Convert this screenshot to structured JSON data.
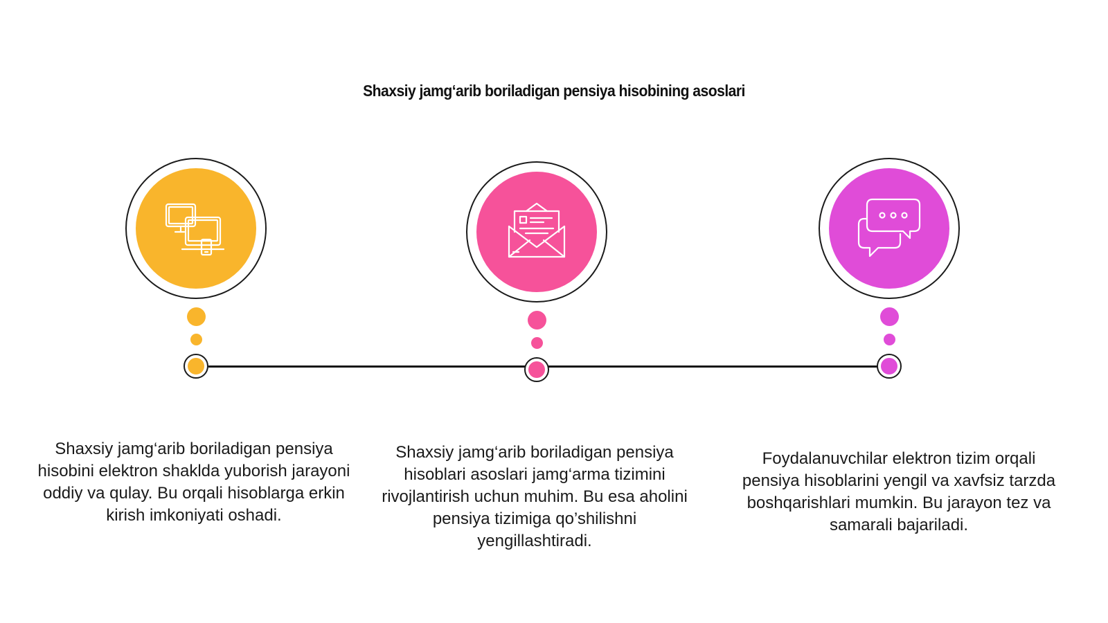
{
  "title": "Shaxsiy jamg‘arib boriladigan pensiya hisobining asoslari",
  "steps": [
    {
      "icon": "devices-icon",
      "color": "#F9B52C",
      "text": "Shaxsiy jamg‘arib boriladigan pensiya hisobini elektron shaklda yuborish jarayoni oddiy va qulay. Bu orqali hisoblarga erkin kirish imkoniyati oshadi."
    },
    {
      "icon": "mail-envelope-icon",
      "color": "#F6529A",
      "text": "Shaxsiy jamg‘arib boriladigan pensiya hisoblari asoslari jamg‘arma tizimini rivojlantirish uchun muhim. Bu esa aholini pensiya tizimiga qo’shilishni yengillashtiradi."
    },
    {
      "icon": "chat-bubbles-icon",
      "color": "#E04CD8",
      "text": "Foydalanuvchilar elektron tizim orqali pensiya hisoblarini yengil va xavfsiz tarzda boshqarishlari mumkin. Bu jarayon tez va samarali bajariladi."
    }
  ]
}
